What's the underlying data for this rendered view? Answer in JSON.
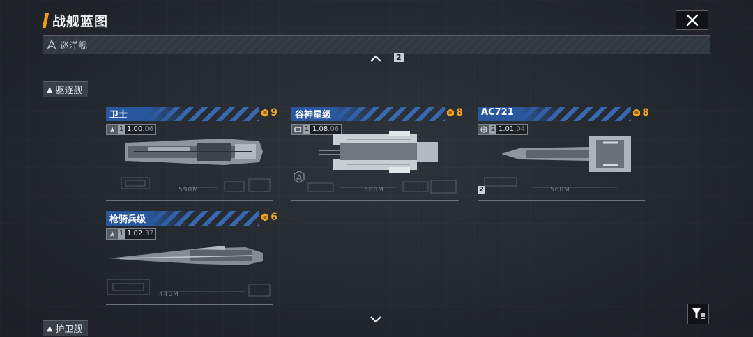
{
  "header": {
    "title": "战舰蓝图"
  },
  "category_bar": {
    "label": "巡洋舰"
  },
  "decor": {
    "badge_top": "2"
  },
  "side_tabs": [
    {
      "label": "驱逐舰"
    },
    {
      "label": "护卫舰"
    }
  ],
  "colors": {
    "accent": "#f29b1c",
    "name_bar": "#2a5aa3",
    "cost": "#f3a623"
  },
  "ships": [
    {
      "name": "卫士",
      "cost": "9",
      "class_icon": "rocket-icon",
      "level": "1",
      "version_main": "1.00",
      "version_minor": ".06",
      "length": "590M"
    },
    {
      "name": "谷神星级",
      "cost": "8",
      "class_icon": "fuel-icon",
      "level": "1",
      "version_main": "1.08",
      "version_minor": ".06",
      "length": "580M"
    },
    {
      "name": "AC721",
      "cost": "8",
      "class_icon": "globe-icon",
      "level": "2",
      "version_main": "1.01",
      "version_minor": ".04",
      "length": "560M",
      "badge": "2"
    },
    {
      "name": "枪骑兵级",
      "cost": "6",
      "class_icon": "rocket-icon",
      "level": "1",
      "version_main": "1.02",
      "version_minor": ".37",
      "length": "440M"
    }
  ]
}
